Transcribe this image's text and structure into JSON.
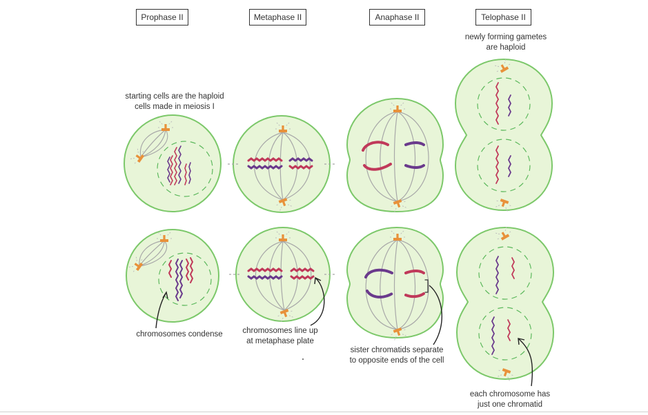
{
  "stages": [
    {
      "id": "prophase",
      "label": "Prophase II"
    },
    {
      "id": "metaphase",
      "label": "Metaphase II"
    },
    {
      "id": "anaphase",
      "label": "Anaphase II"
    },
    {
      "id": "telophase",
      "label": "Telophase II"
    }
  ],
  "captions": {
    "haploid_start": [
      "starting cells are the haploid",
      "cells made in meiosis I"
    ],
    "gametes": [
      "newly forming gametes",
      "are haploid"
    ],
    "condense": [
      "chromosomes condense"
    ],
    "line_up": [
      "chromosomes line up",
      "at metaphase plate"
    ],
    "separate": [
      "sister chromatids separate",
      "to opposite ends of the cell"
    ],
    "one_chromatid": [
      "each chromosome has",
      "just one chromatid"
    ]
  },
  "colors": {
    "cell_fill": "#e8f5d8",
    "cell_stroke": "#7cc86a",
    "nucleus_dash": "#5cb85c",
    "spindle": "#a8a8a8",
    "centrosome": "#e8913a",
    "chromosome_red": "#c0395a",
    "chromosome_purple": "#6a3a8c"
  }
}
